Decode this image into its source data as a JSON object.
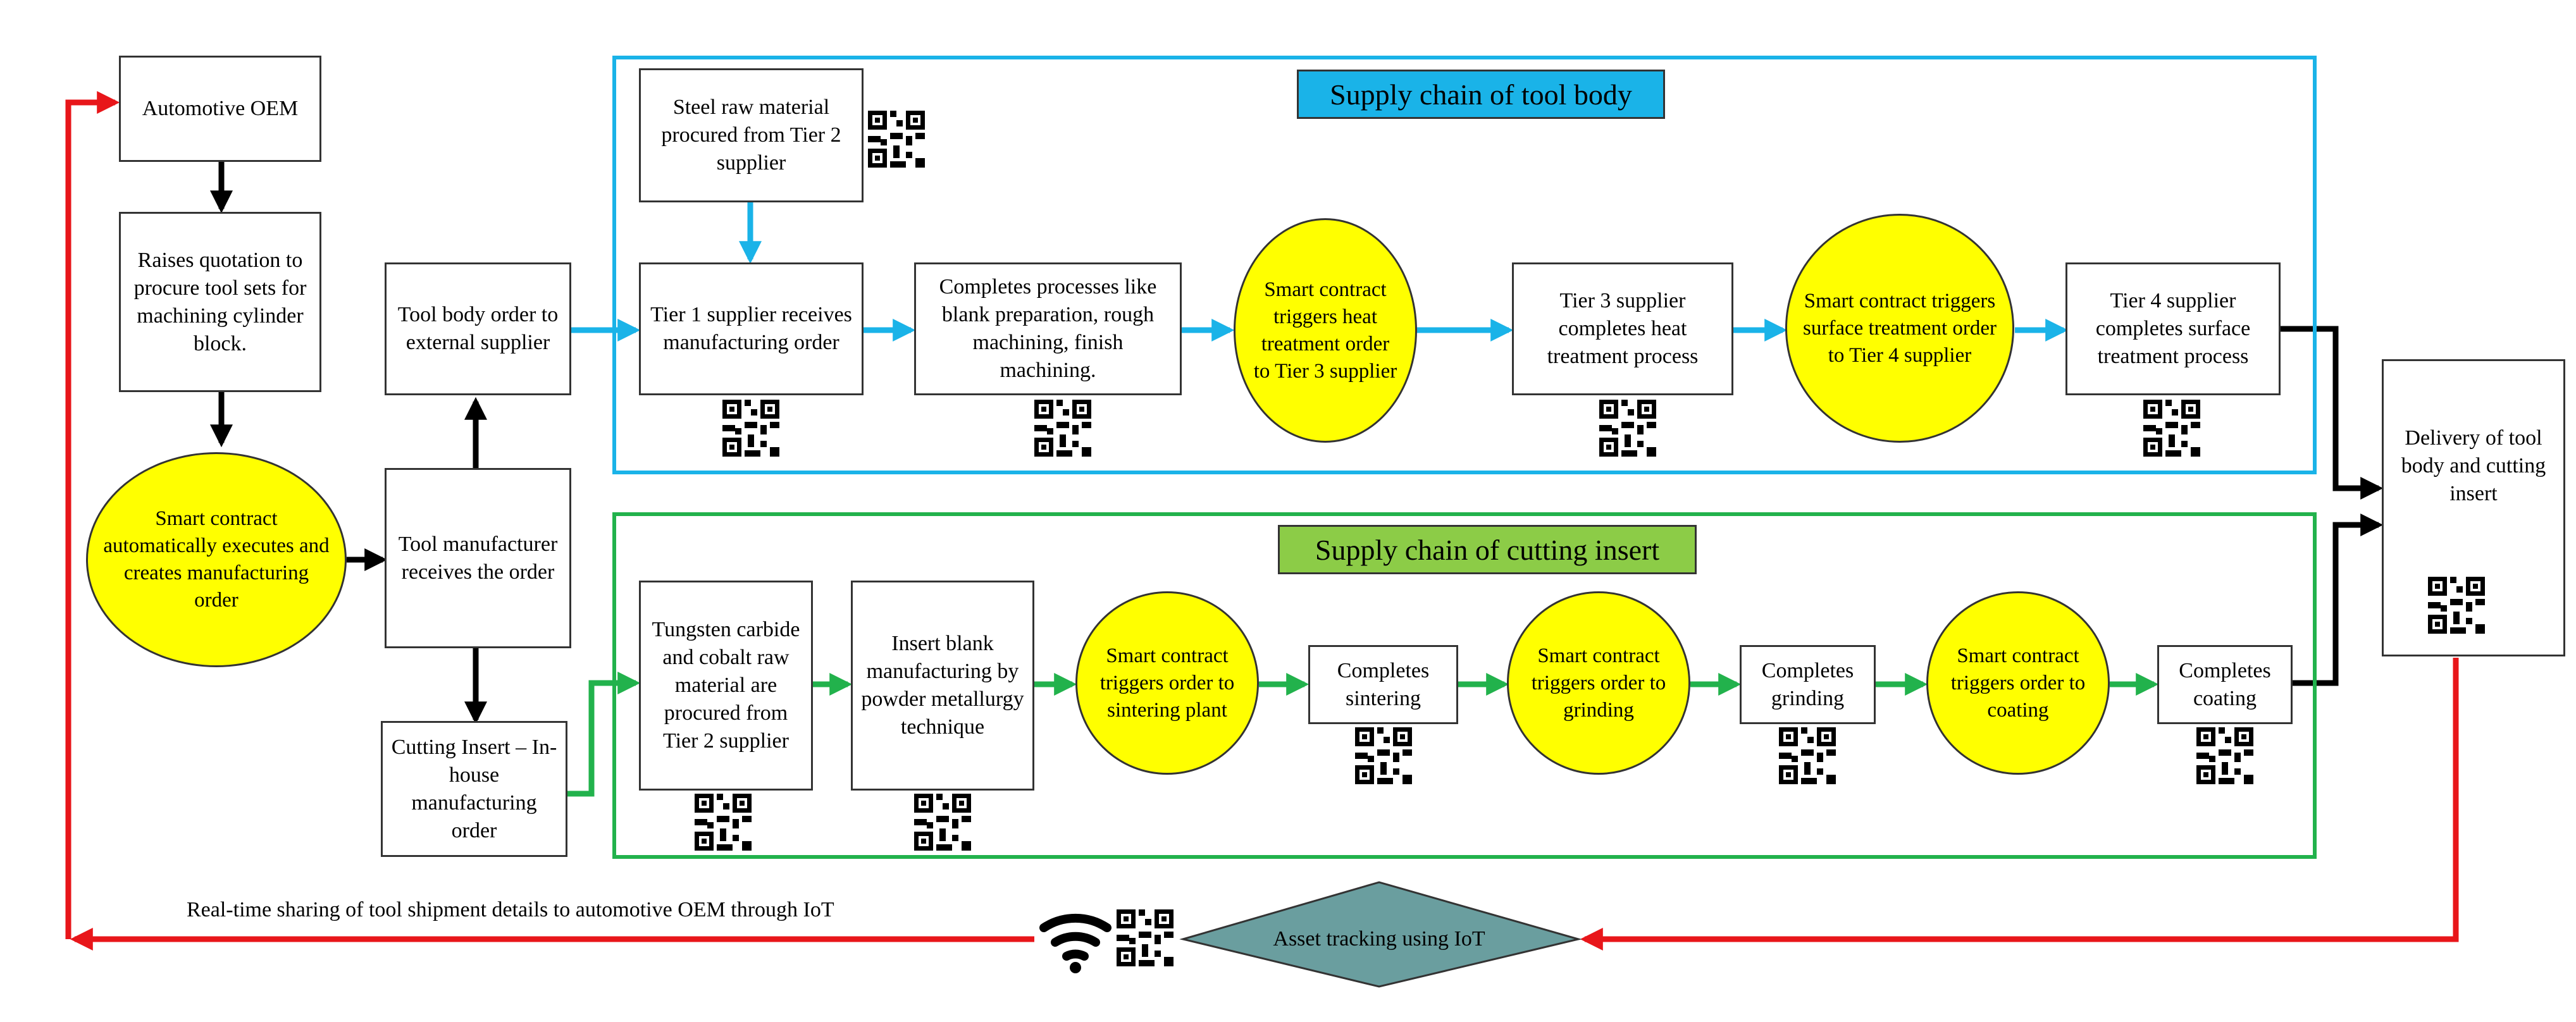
{
  "diagram": {
    "sections": {
      "tool_body_title": "Supply chain of tool body",
      "cutting_insert_title": "Supply chain of cutting insert"
    },
    "left_column": {
      "automotive_oem": "Automotive OEM",
      "raises_quotation": "Raises quotation to procure tool sets for machining cylinder block.",
      "smart_contract_executes": "Smart contract automatically executes and creates manufacturing order",
      "tool_manufacturer": "Tool manufacturer receives the order",
      "tool_body_order": "Tool body order to external supplier",
      "cutting_insert_order": "Cutting Insert – In-house manufacturing order"
    },
    "tool_body_chain": {
      "steel_raw": "Steel raw material procured from Tier 2 supplier",
      "tier1": "Tier 1 supplier receives manufacturing order",
      "completes_processes": "Completes processes like blank preparation, rough machining, finish machining.",
      "sc_heat": "Smart contract triggers heat treatment order to Tier 3 supplier",
      "tier3": "Tier 3 supplier completes heat treatment process",
      "sc_surface": "Smart contract triggers surface treatment order to Tier 4 supplier",
      "tier4": "Tier 4 supplier completes surface treatment process"
    },
    "insert_chain": {
      "tungsten": "Tungsten carbide and cobalt raw material are procured from Tier 2 supplier",
      "insert_blank": "Insert blank manufacturing by powder metallurgy technique",
      "sc_sintering": "Smart contract triggers order to sintering plant",
      "completes_sintering": "Completes sintering",
      "sc_grinding": "Smart contract triggers order to grinding",
      "completes_grinding": "Completes grinding",
      "sc_coating": "Smart contract triggers order to coating",
      "completes_coating": "Completes coating"
    },
    "delivery": "Delivery of tool body and cutting insert",
    "asset_tracking": "Asset tracking using IoT",
    "realtime_sharing": "Real-time sharing of tool shipment details to automotive OEM through IoT"
  },
  "colors": {
    "blue_arrow": "#1ab3e8",
    "green_arrow": "#22b24c",
    "red_arrow": "#e8161a",
    "black_arrow": "#000000",
    "yellow_node": "#ffff00",
    "diamond": "#6a9e9f"
  },
  "icons": [
    "qr-code-icon",
    "wifi-icon"
  ]
}
